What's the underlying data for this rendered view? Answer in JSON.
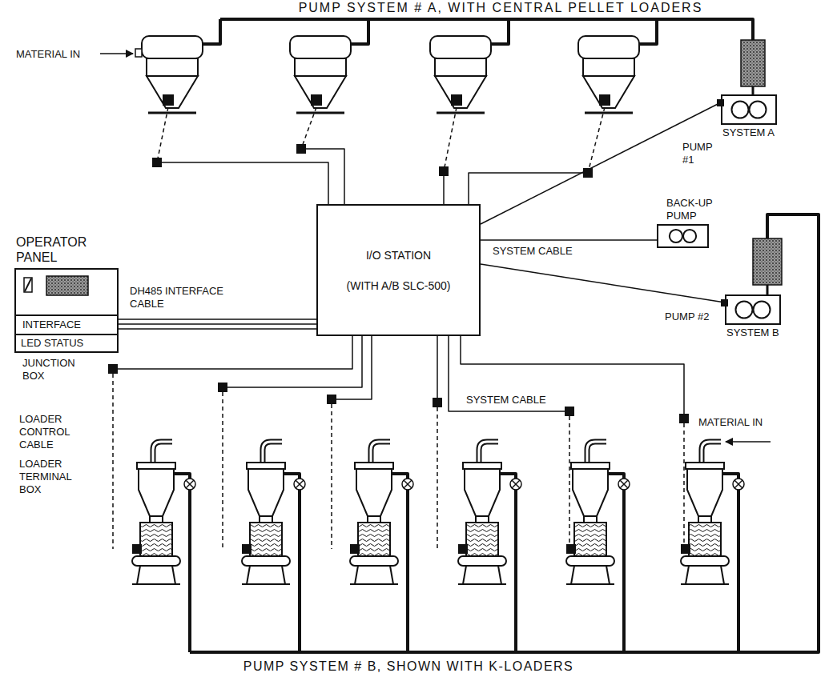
{
  "diagram": {
    "title": "PUMP SYSTEM # A, WITH CENTRAL PELLET LOADERS",
    "caption": "PUMP SYSTEM # B, SHOWN WITH K-LOADERS",
    "nodes": [
      {
        "text": [
          "OPERATOR PANEL",
          "INTERFACE",
          "LED STATUS"
        ]
      },
      {
        "text": [
          "I/O STATION",
          "(WITH A/B SLC-500)"
        ]
      },
      {
        "text": [
          "SYSTEM A"
        ]
      },
      {
        "text": [
          "BACK-UP PUMP"
        ]
      },
      {
        "text": [
          "SYSTEM B"
        ]
      }
    ],
    "edges": [
      {
        "from": 0,
        "to": 1,
        "arrow": "none",
        "label": "DH485 INTERFACE CABLE"
      },
      {
        "from": 1,
        "to": 2,
        "arrow": "none",
        "label": "PUMP #1"
      },
      {
        "from": 1,
        "to": 3,
        "arrow": "none",
        "label": "SYSTEM CABLE"
      },
      {
        "from": 1,
        "to": 4,
        "arrow": "none",
        "label": "PUMP #2"
      }
    ],
    "labels": [
      "MATERIAL IN",
      "JUNCTION BOX",
      "LOADER CONTROL CABLE",
      "LOADER TERMINAL BOX",
      "SYSTEM CABLE",
      "MATERIAL IN"
    ]
  }
}
